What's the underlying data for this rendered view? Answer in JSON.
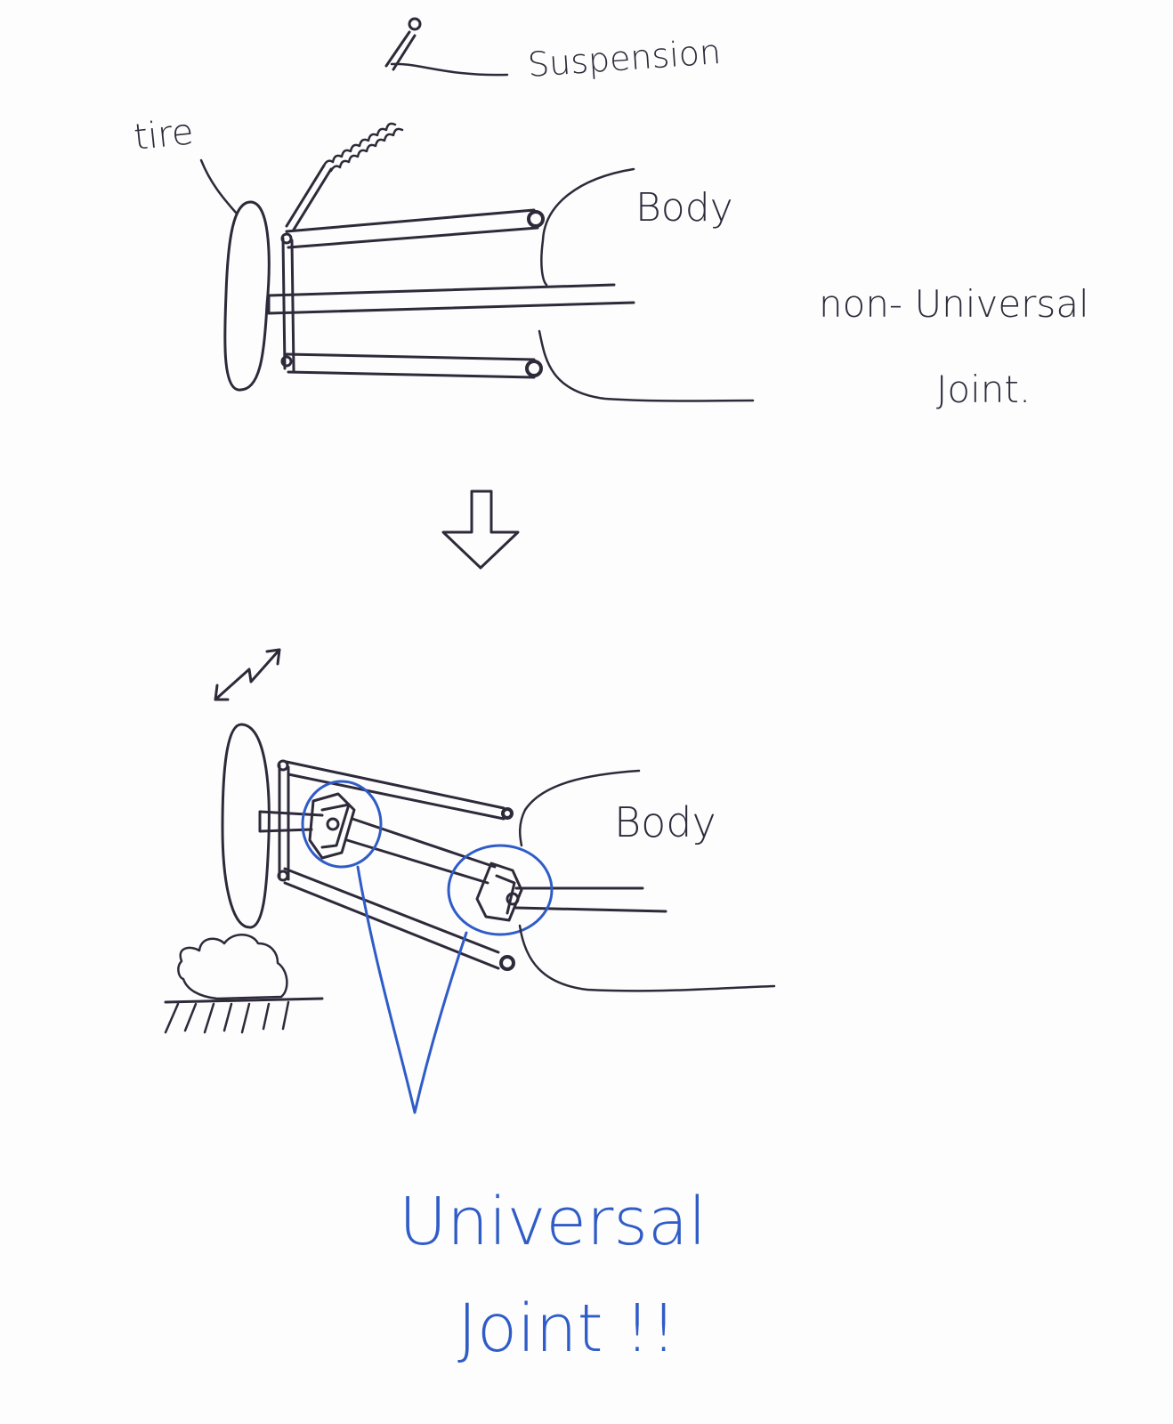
{
  "colors": {
    "paper": "#fdfdfd",
    "ink": "#2e2a3a",
    "blue": "#2f5cc7"
  },
  "top": {
    "label_suspension": "Suspension",
    "label_tire": "tire",
    "label_body": "Body",
    "label_caption_line1": "non- Universal",
    "label_caption_line2": "Joint."
  },
  "bottom": {
    "label_body": "Body",
    "label_caption_line1": "Universal",
    "label_caption_line2": "Joint !!"
  },
  "icons": {
    "transition": "down-arrow-icon",
    "motion": "double-headed-arrow-icon"
  }
}
